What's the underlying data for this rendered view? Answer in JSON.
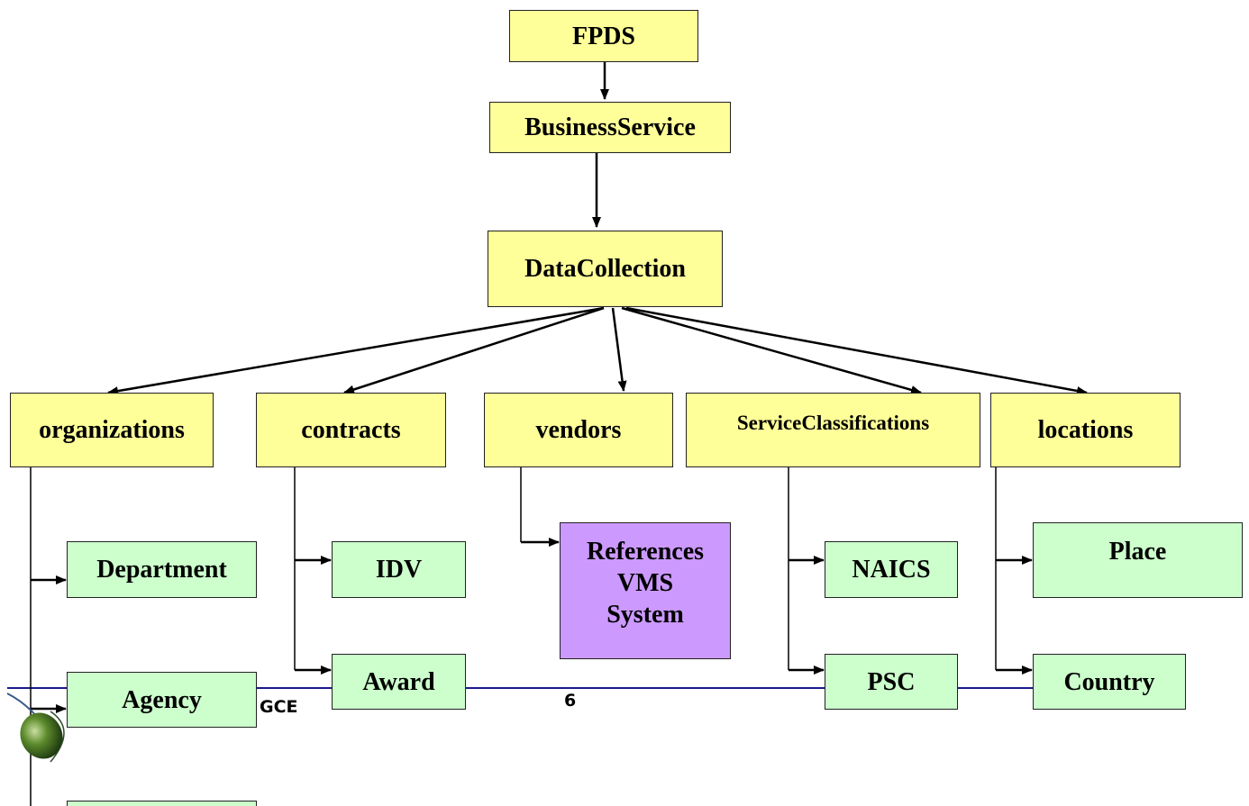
{
  "nodes": {
    "fpds": "FPDS",
    "business_service": "BusinessService",
    "data_collection": "DataCollection",
    "organizations": "organizations",
    "contracts": "contracts",
    "vendors": "vendors",
    "service_classifications": "ServiceClassifications",
    "locations": "locations",
    "department": "Department",
    "agency": "Agency",
    "idv": "IDV",
    "award": "Award",
    "references_vms": "References\nVMS\nSystem",
    "naics": "NAICS",
    "psc": "PSC",
    "place": "Place",
    "country": "Country"
  },
  "footer": {
    "org_label": "GCE",
    "page_number": "6"
  },
  "colors": {
    "level_box": "#ffff99",
    "leaf_box": "#ccffcc",
    "external_box": "#cc99ff",
    "footer_rule": "#1a1a8c"
  }
}
